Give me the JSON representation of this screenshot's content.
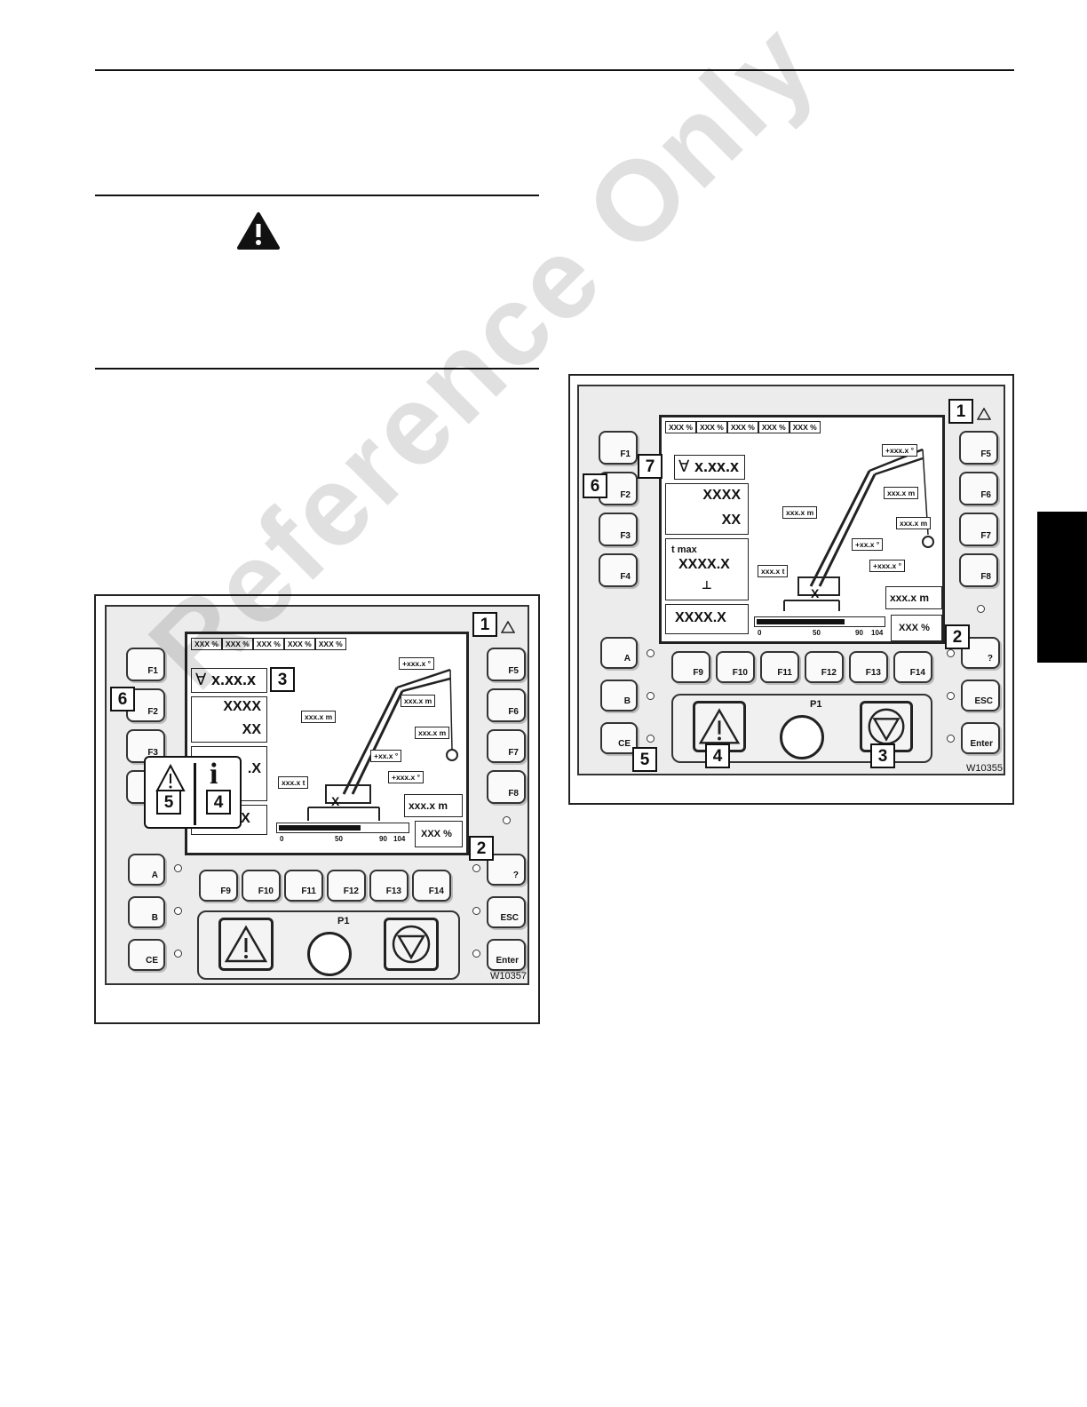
{
  "watermark": "Reference Only",
  "figure_left": {
    "fkeys_left": [
      "F1",
      "F2",
      "F3",
      "F4"
    ],
    "fkeys_right": [
      "F5",
      "F6",
      "F7",
      "F8"
    ],
    "fkeys_bottom": [
      "F9",
      "F10",
      "F11",
      "F12",
      "F13",
      "F14"
    ],
    "side_keys_left": [
      "A",
      "B",
      "CE"
    ],
    "side_keys_right": [
      "?",
      "ESC",
      "Enter"
    ],
    "load_cells": [
      "XXX %",
      "XXX %",
      "XXX %",
      "XXX %",
      "XXX %"
    ],
    "hook_value": "x.xx.x",
    "counter_big": "XXXX",
    "counter_small": "XX",
    "partial_value": ".X",
    "bottom_value": "XXXX.X",
    "radius_value": "xxx.x m",
    "percent_value": "XXX %",
    "scale_ticks": [
      "0",
      "50",
      "90",
      "104"
    ],
    "labels": {
      "boom_angle": "+xxx.x °",
      "length": "xxx.x m",
      "head_len": "xxx.x m",
      "jib_len": "xxx.x m",
      "angle1": "+xx.x °",
      "angle2": "+xxx.x °",
      "weight": "xxx.x t",
      "x": "X"
    },
    "knob_label": "P1",
    "figure_id": "W10357",
    "callouts": {
      "c1": "1",
      "c2": "2",
      "c3": "3",
      "c4": "4",
      "c5": "5",
      "c6": "6"
    }
  },
  "figure_right": {
    "fkeys_left": [
      "F1",
      "F2",
      "F3",
      "F4"
    ],
    "fkeys_right": [
      "F5",
      "F6",
      "F7",
      "F8"
    ],
    "fkeys_bottom": [
      "F9",
      "F10",
      "F11",
      "F12",
      "F13",
      "F14"
    ],
    "side_keys_left": [
      "A",
      "B",
      "CE"
    ],
    "side_keys_right": [
      "?",
      "ESC",
      "Enter"
    ],
    "load_cells": [
      "XXX %",
      "XXX %",
      "XXX %",
      "XXX %",
      "XXX %"
    ],
    "hook_value": "x.xx.x",
    "counter_big": "XXXX",
    "counter_small": "XX",
    "tmax_label": "t max",
    "tmax_value": "XXXX.X",
    "bottom_value": "XXXX.X",
    "radius_value": "xxx.x m",
    "percent_value": "XXX %",
    "scale_ticks": [
      "0",
      "50",
      "90",
      "104"
    ],
    "labels": {
      "boom_angle": "+xxx.x °",
      "length": "xxx.x m",
      "head_len": "xxx.x m",
      "jib_len": "xxx.x m",
      "angle1": "+xx.x °",
      "angle2": "+xxx.x °",
      "weight": "xxx.x t",
      "x": "X"
    },
    "knob_label": "P1",
    "figure_id": "W10355",
    "callouts": {
      "c1": "1",
      "c2": "2",
      "c3": "3",
      "c4": "4",
      "c5": "5",
      "c6": "6",
      "c7": "7"
    }
  }
}
